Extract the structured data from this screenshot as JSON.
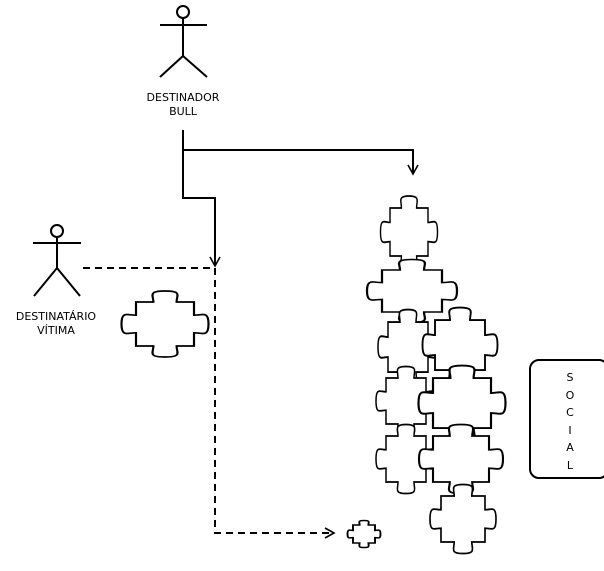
{
  "actors": {
    "bull": {
      "line1": "DESTINADOR",
      "line2": "BULL",
      "icon": "stick-figure-icon"
    },
    "vitima": {
      "line1": "DESTINATÁRIO",
      "line2": "VÍTIMA",
      "icon": "stick-figure-icon"
    }
  },
  "social": {
    "letters": [
      "S",
      "O",
      "C",
      "I",
      "A",
      "L"
    ]
  },
  "pieces": {
    "icon": "puzzle-piece-icon"
  }
}
